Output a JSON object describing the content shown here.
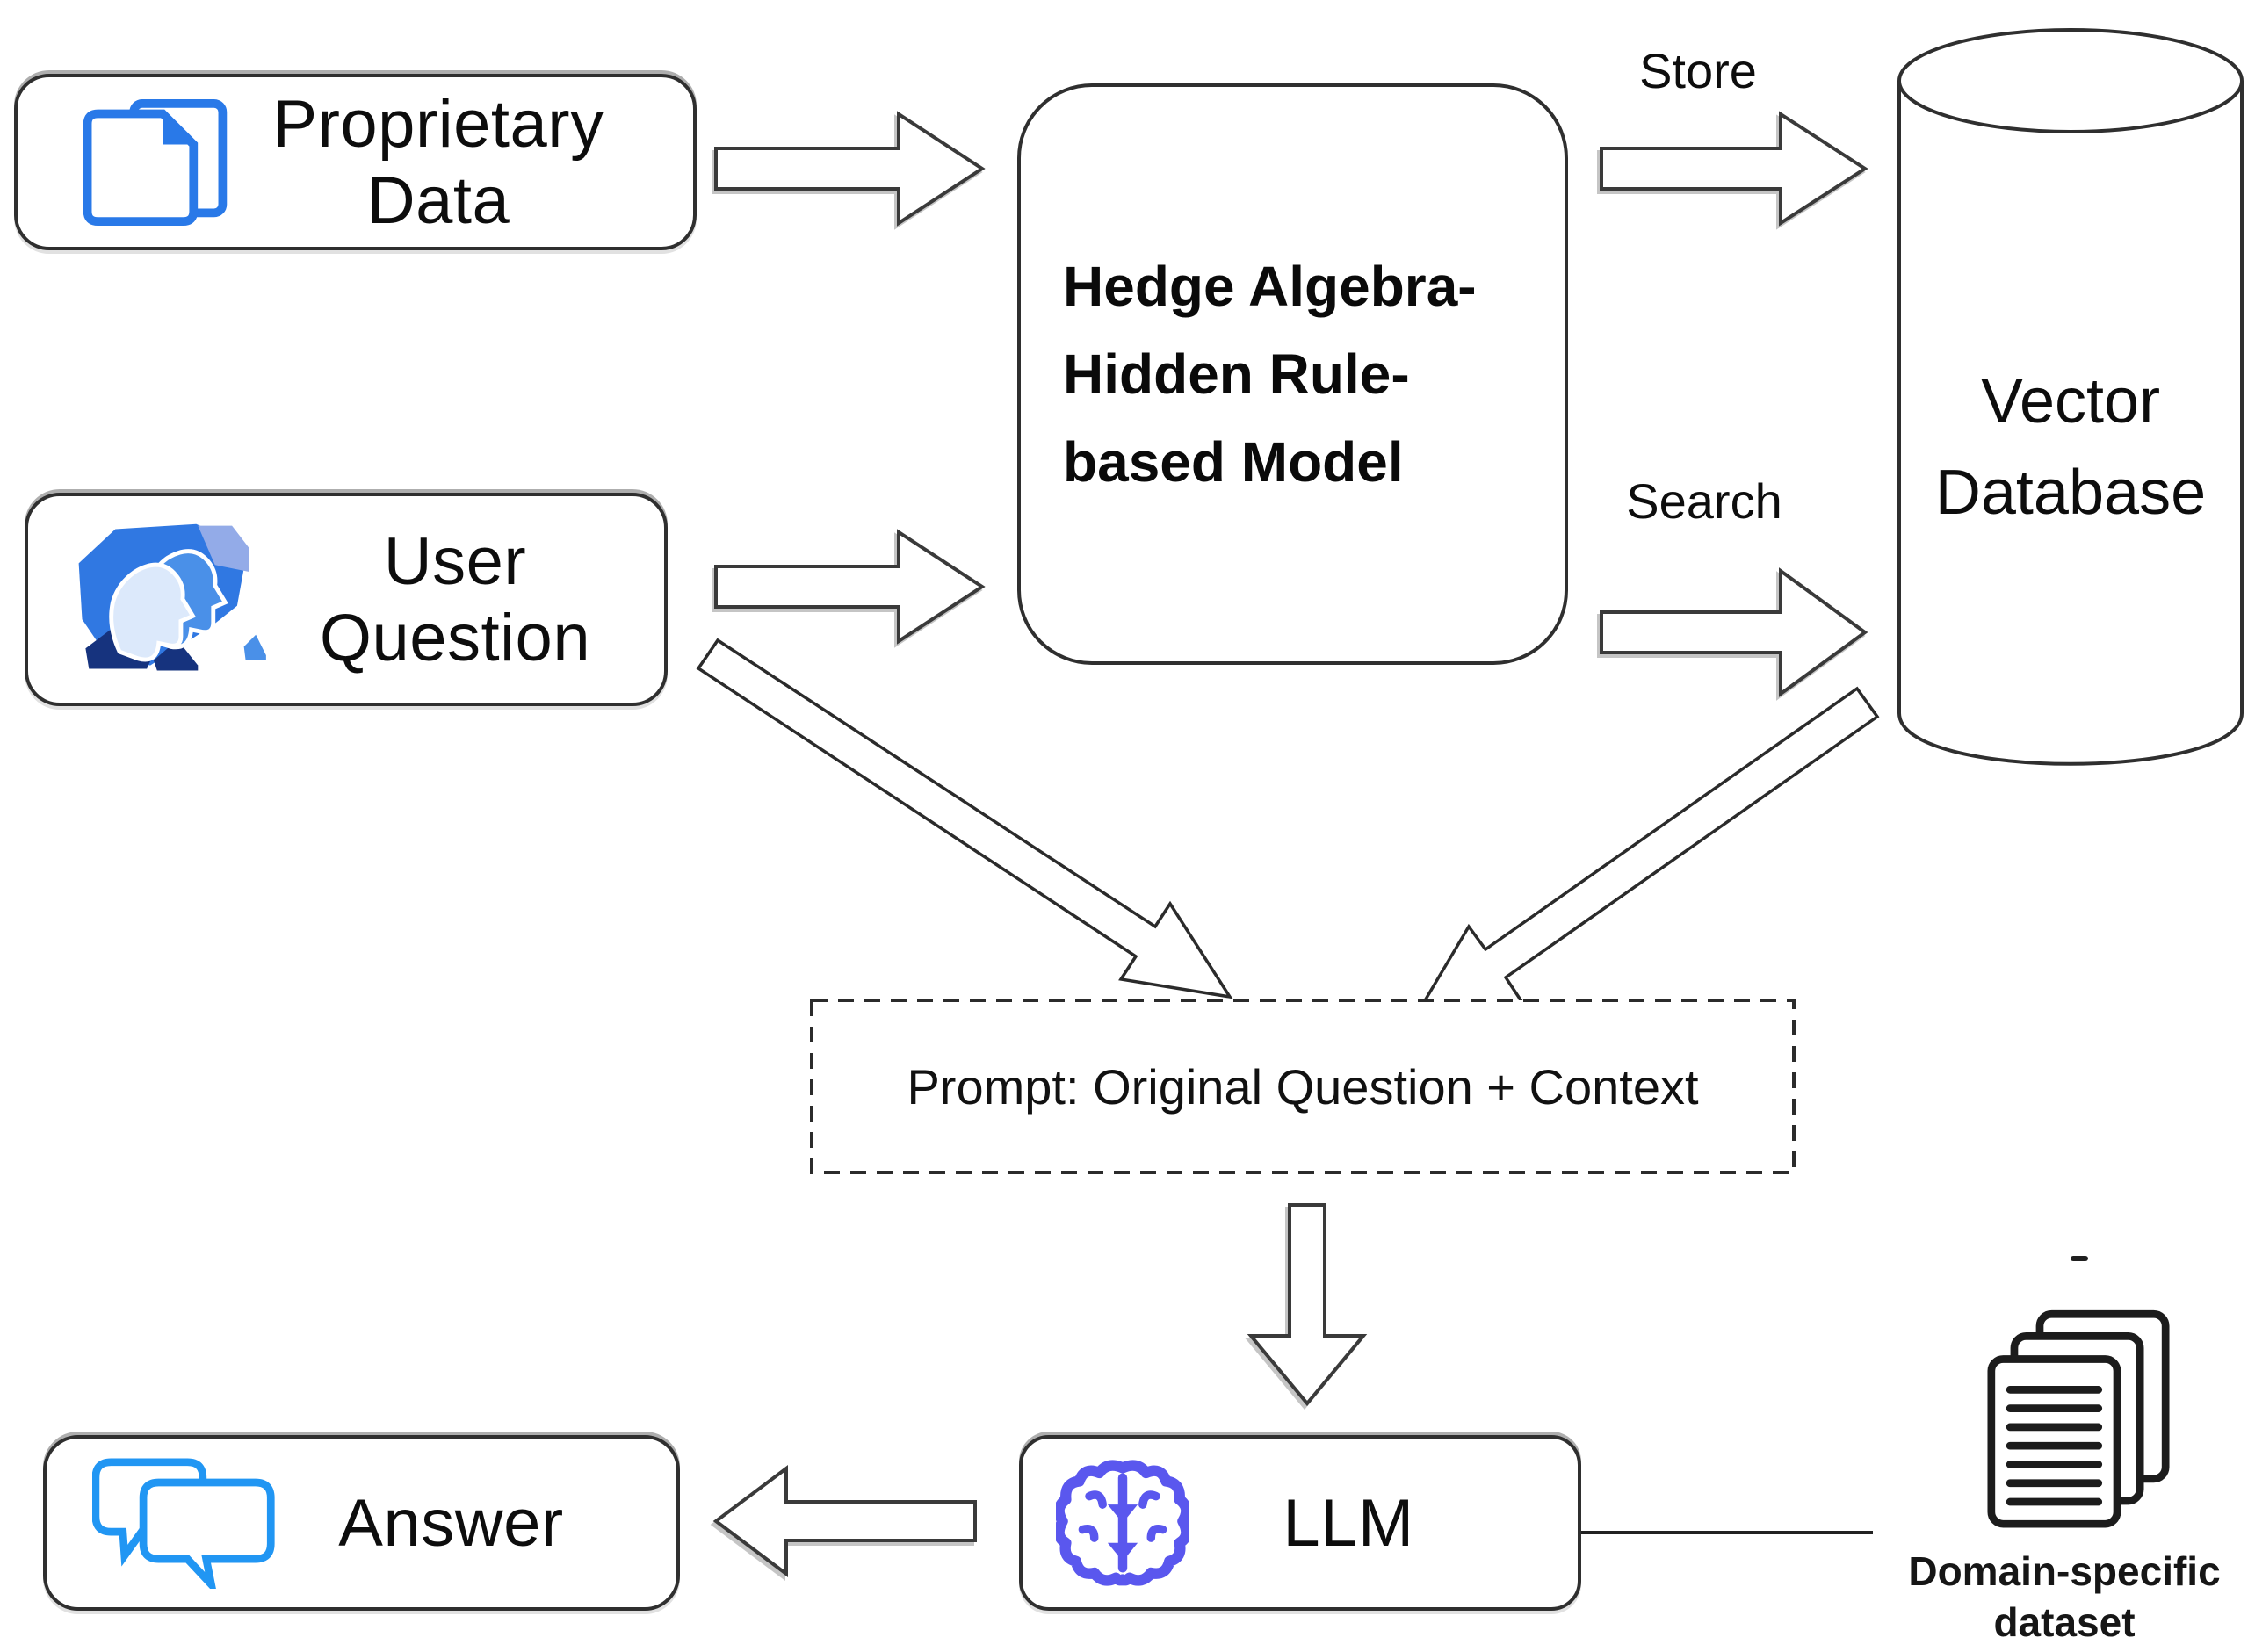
{
  "diagram": {
    "nodes": {
      "proprietary_data": {
        "label": "Proprietary Data",
        "icon": "documents-icon"
      },
      "user_question": {
        "label": "User Question",
        "icon": "users-icon"
      },
      "model": {
        "line1": "Hedge Algebra-",
        "line2": "Hidden Rule-",
        "line3": "based Model"
      },
      "vector_database": {
        "line1": "Vector",
        "line2": "Database",
        "shape": "cylinder"
      },
      "prompt": {
        "label": "Prompt: Original Question + Context"
      },
      "llm": {
        "label": "LLM",
        "icon": "brain-icon"
      },
      "answer": {
        "label": "Answer",
        "icon": "chat-bubbles-icon"
      },
      "dataset": {
        "line1": "Domain-specific",
        "line2": "dataset",
        "icon": "document-stack-icon"
      }
    },
    "edges": {
      "store_label": "Store",
      "search_label": "Search"
    },
    "colors": {
      "box_border": "#2f2f2f",
      "arrow_stroke": "#3a3a3a",
      "documents_icon": "#2979e8",
      "chat_icon": "#2196f3",
      "brain_icon": "#5a57ee",
      "faces_background": "#3078e2",
      "faces_light": "#dce9fb",
      "faces_mid": "#4a90e8",
      "faces_navy": "#16337e",
      "dataset_icon": "#1c1c1c"
    }
  }
}
